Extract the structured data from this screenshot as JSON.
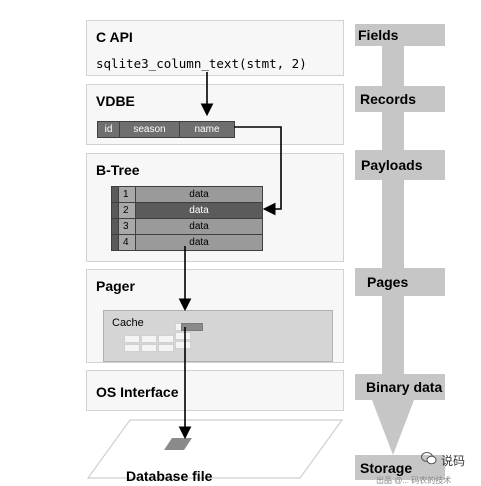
{
  "layers": {
    "c_api": {
      "title": "C API",
      "code": "sqlite3_column_text(stmt, 2)"
    },
    "vdbe": {
      "title": "VDBE",
      "record_fields": [
        "id",
        "season",
        "name"
      ]
    },
    "btree": {
      "title": "B-Tree",
      "rows": [
        {
          "num": "1",
          "label": "data",
          "highlighted": false
        },
        {
          "num": "2",
          "label": "data",
          "highlighted": true
        },
        {
          "num": "3",
          "label": "data",
          "highlighted": false
        },
        {
          "num": "4",
          "label": "data",
          "highlighted": false
        }
      ]
    },
    "pager": {
      "title": "Pager",
      "cache_label": "Cache"
    },
    "os_interface": {
      "title": "OS Interface"
    }
  },
  "database_file_label": "Database file",
  "right_labels": [
    "Fields",
    "Records",
    "Payloads",
    "Pages",
    "Binary data",
    "Storage"
  ],
  "watermark": {
    "text": "说码",
    "subtext": "出品 @... 码农的技术"
  },
  "colors": {
    "arrow_band": "#c6c6c6",
    "highlight_row": "#5b5b5b",
    "layer_bg": "#f7f7f7"
  }
}
